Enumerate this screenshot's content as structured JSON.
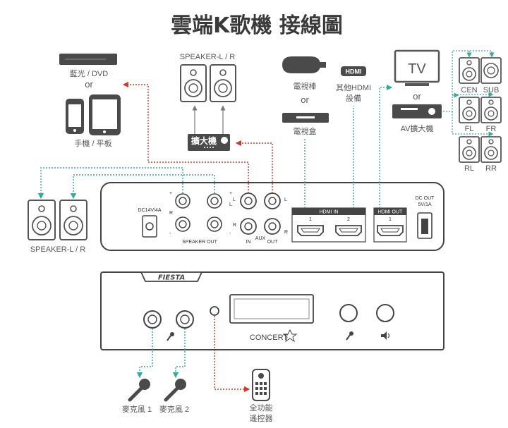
{
  "title": "雲端K歌機 接線圖",
  "colors": {
    "teal": "#3aa89a",
    "red": "#d9342b",
    "device_dark": "#4a4a4a",
    "outline": "#555555"
  },
  "labels": {
    "bluray": "藍光 / DVD",
    "or": "or",
    "phone_tablet": "手機 / 平板",
    "speaker_top": "SPEAKER-L / R",
    "amplifier": "擴大機",
    "tv_stick": "電視棒",
    "tv_box": "電視盒",
    "hdmi_badge": "HDMI",
    "other_hdmi_1": "其他HDMI",
    "other_hdmi_2": "設備",
    "tv": "TV",
    "av_amp": "AV擴大機",
    "speaker_left": "SPEAKER-L / R",
    "surround": {
      "cen": "CEN",
      "sub": "SUB",
      "fl": "FL",
      "fr": "FR",
      "rl": "RL",
      "rr": "RR"
    },
    "mic1": "麥克風 1",
    "mic2": "麥克風 2",
    "remote_1": "全功能",
    "remote_2": "遙控器"
  },
  "back_panel": {
    "dc_in": "DC14V/4A",
    "speaker_out": "SPEAKER  OUT",
    "plus": "+",
    "minus": "-",
    "l": "L",
    "r": "R",
    "aux": "AUX",
    "aux_in": "IN",
    "aux_out": "OUT",
    "hdmi_in": "HDMI IN",
    "hdmi_in_1": "1",
    "hdmi_in_2": "2",
    "hdmi_out": "HDMI OUT",
    "hdmi_out_1": "1",
    "dc_out_1": "DC OUT",
    "dc_out_2": "5V/1A"
  },
  "front_panel": {
    "brand": "FIESTA",
    "concert": "CONCERT"
  }
}
